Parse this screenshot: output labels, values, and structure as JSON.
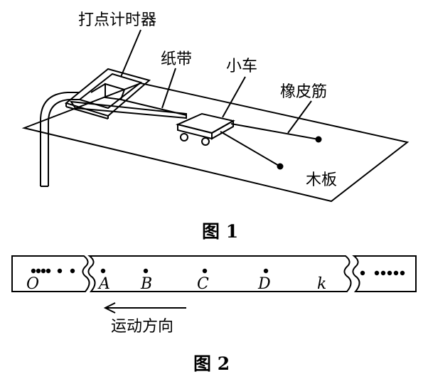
{
  "figure1": {
    "caption": "图 1",
    "labels": {
      "timer": "打点计时器",
      "tape": "纸带",
      "cart": "小车",
      "rubber_band": "橡皮筋",
      "board": "木板"
    }
  },
  "figure2": {
    "caption": "图 2",
    "direction_label": "运动方向",
    "points": [
      "O",
      "A",
      "B",
      "C",
      "D",
      "k"
    ]
  }
}
